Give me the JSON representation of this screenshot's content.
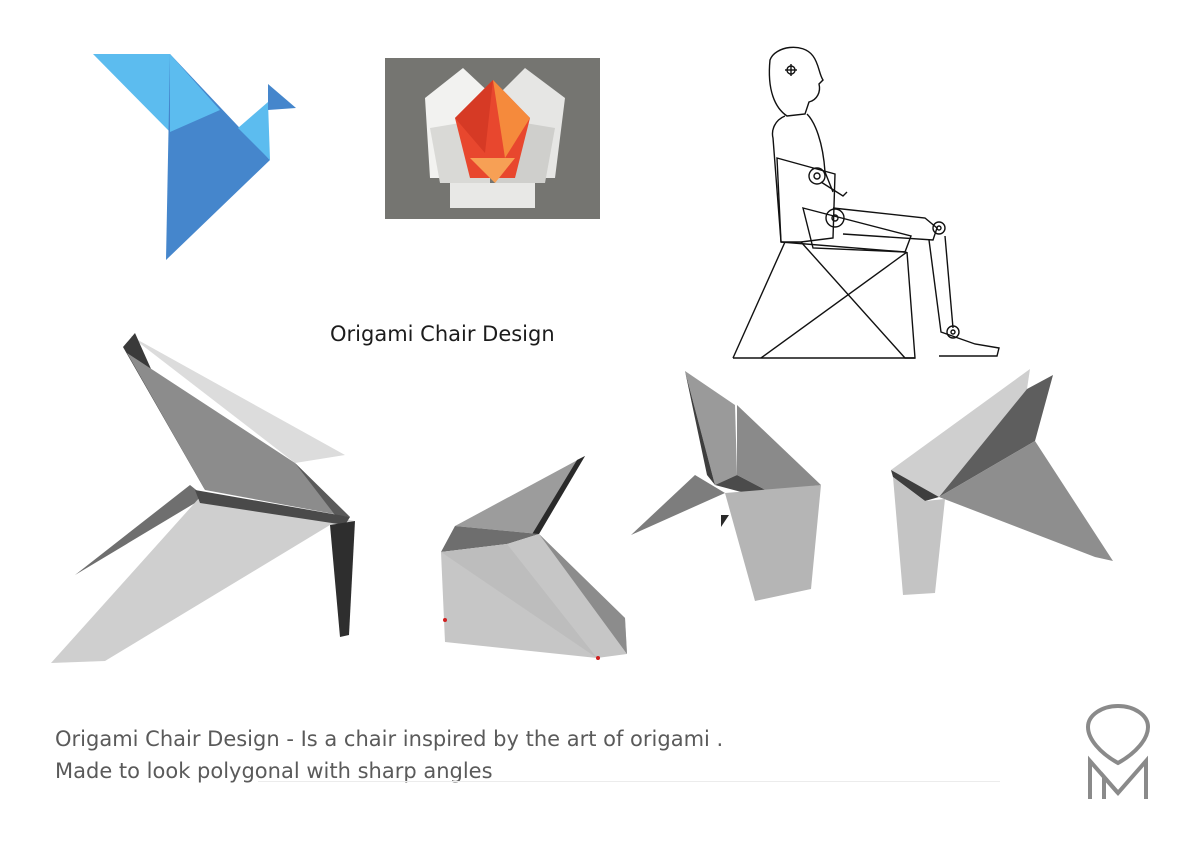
{
  "title": "Origami Chair Design",
  "caption": {
    "line1": "Origami Chair Design - Is a chair inspired by the art of origami .",
    "line2": "Made to look polygonal with sharp angles"
  },
  "images": {
    "bird_logo": "origami-bird-logo",
    "photo": "folded-paper-origami-photo",
    "figure": "seated-person-on-chair-sketch",
    "chairs": [
      "chair-render-1",
      "chair-render-2",
      "chair-render-3",
      "chair-render-4"
    ],
    "brand_mark": "brand-monogram"
  },
  "colors": {
    "bird_light": "#5cbcef",
    "bird_dark": "#4586cc",
    "origami_red": "#e8472e",
    "origami_orange": "#f58a3c",
    "chair_dark": "#3a3a3a",
    "chair_mid": "#8c8c8c",
    "chair_light": "#cfcfcf",
    "caption_text": "#5a5a5a"
  }
}
